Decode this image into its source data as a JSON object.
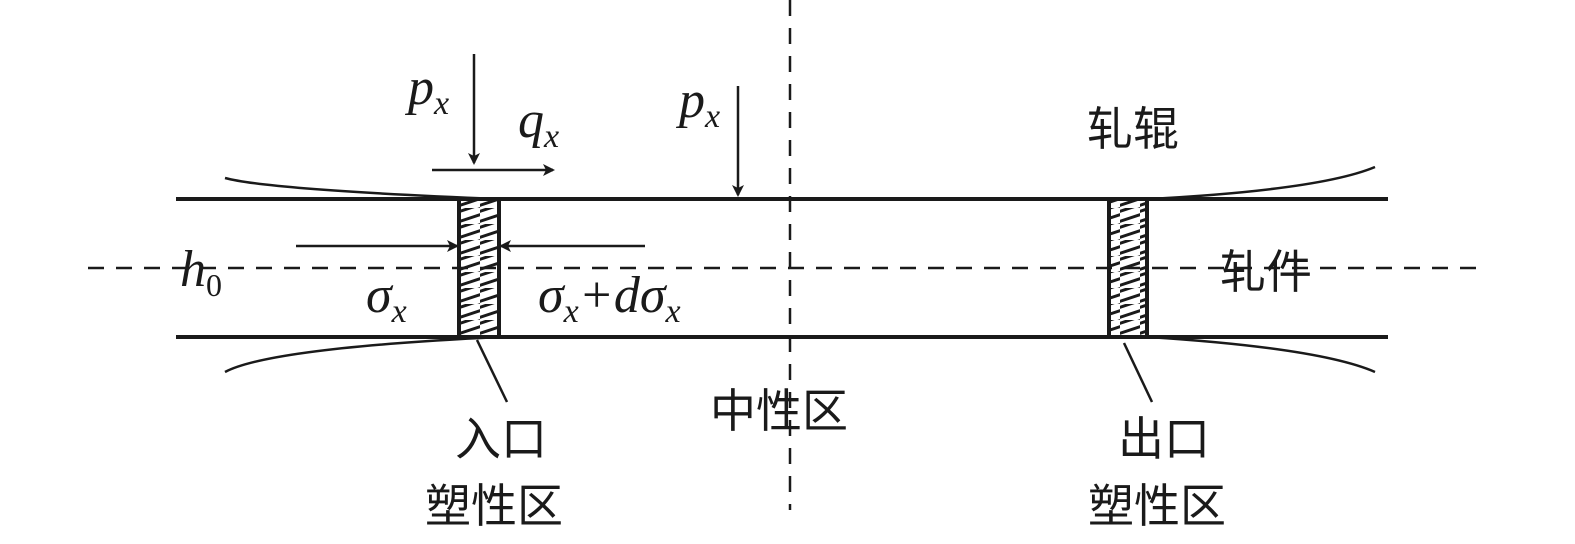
{
  "labels": {
    "px_left": {
      "base": "p",
      "sub": "x"
    },
    "qx": {
      "base": "q",
      "sub": "x"
    },
    "px_mid": {
      "base": "p",
      "sub": "x"
    },
    "roll": "轧辊",
    "h0": {
      "base": "h",
      "sub": "0"
    },
    "sigma_x": {
      "base": "σ",
      "sub": "x"
    },
    "sigma_dx": {
      "base1": "σ",
      "sub1": "x",
      "mid": "+dσ",
      "sub2": "x"
    },
    "workpiece": "轧件",
    "neutral_zone": "中性区",
    "entry_line1": "入口",
    "entry_line2": "塑性区",
    "exit_line1": "出口",
    "exit_line2": "塑性区"
  },
  "colors": {
    "ink": "#1a1a1a",
    "background": "#ffffff"
  }
}
